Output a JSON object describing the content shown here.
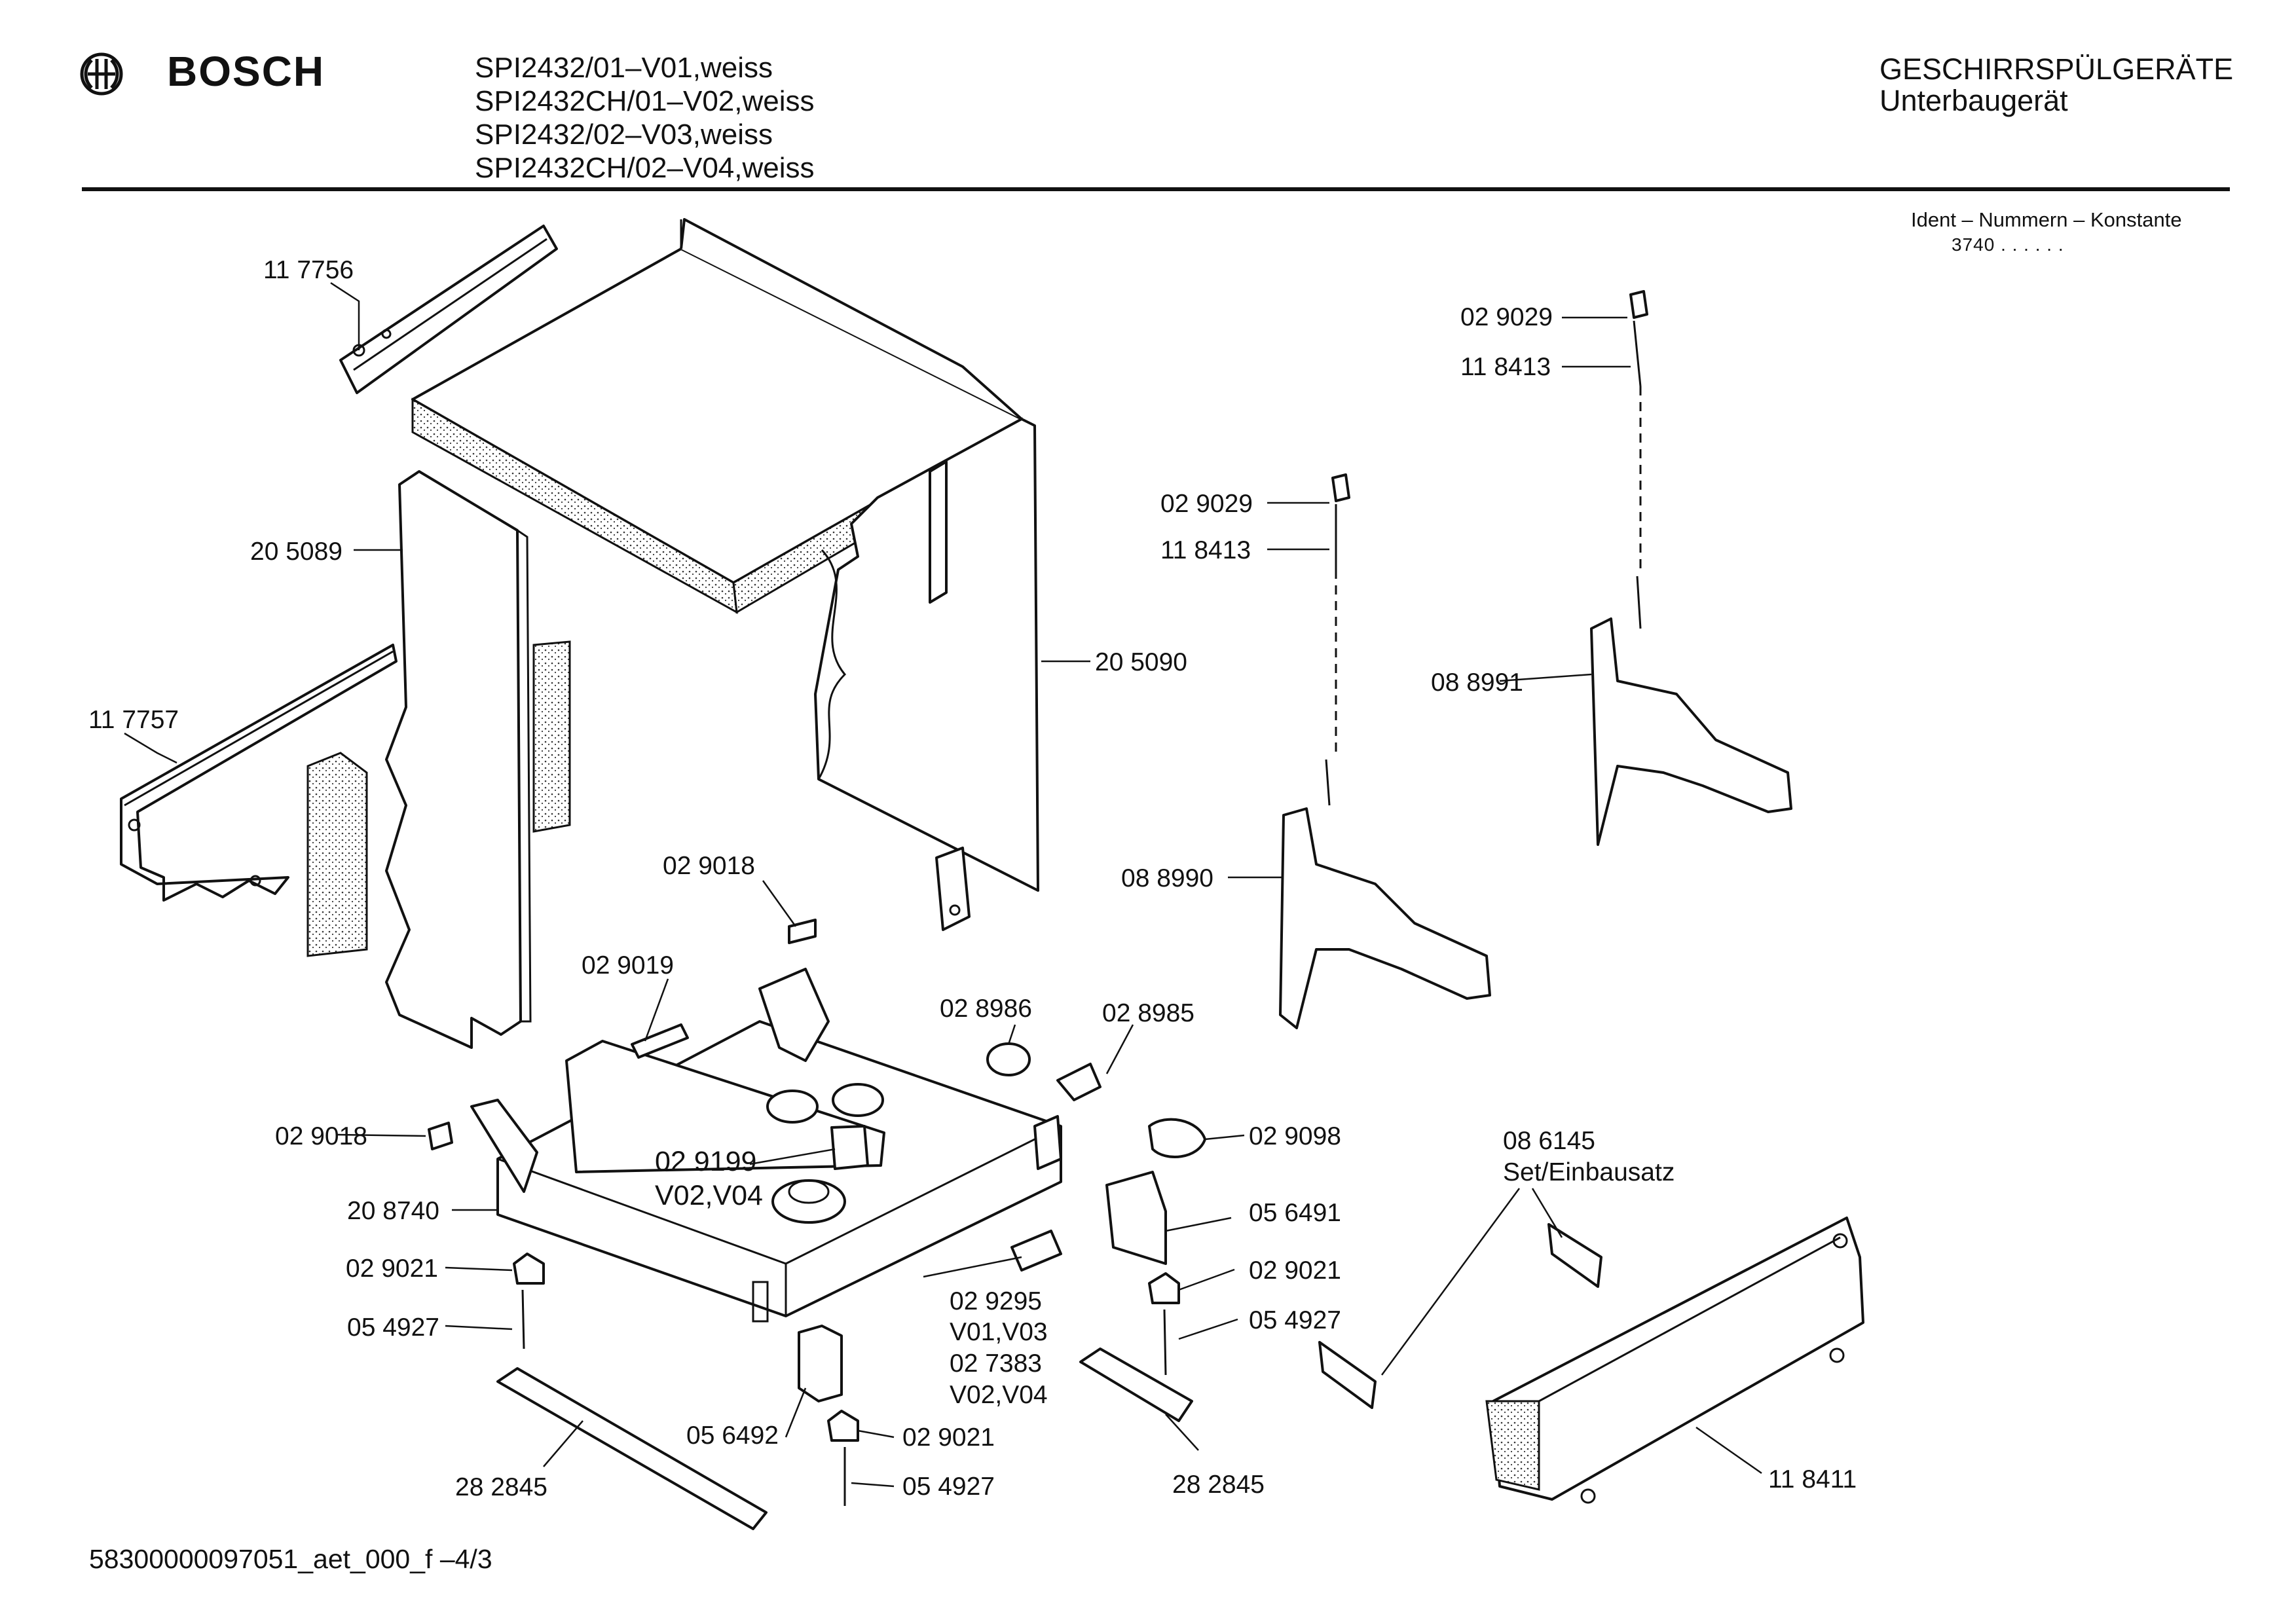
{
  "header": {
    "brand": "BOSCH",
    "models": [
      "SPI2432/01–V01,weiss",
      "SPI2432CH/01–V02,weiss",
      "SPI2432/02–V03,weiss",
      "SPI2432CH/02–V04,weiss"
    ],
    "category": "GESCHIRRSPÜLGERÄTE",
    "subcategory": "Unterbaugerät",
    "ident_label": "Ident – Nummern – Konstante",
    "ident_value": "3740 . .   . . . ."
  },
  "labels": [
    {
      "id": "p1",
      "text": "11 7756"
    },
    {
      "id": "p2",
      "text": "20 5089"
    },
    {
      "id": "p3",
      "text": "11 7757"
    },
    {
      "id": "p4",
      "text": "20 5090"
    },
    {
      "id": "p5",
      "text": "02 9018"
    },
    {
      "id": "p6",
      "text": "02 9019"
    },
    {
      "id": "p7",
      "text": "02 8986"
    },
    {
      "id": "p8",
      "text": "02 8985"
    },
    {
      "id": "p9",
      "text": "02 9018"
    },
    {
      "id": "p10",
      "text": "02 9199"
    },
    {
      "id": "p11",
      "text": "V02,V04"
    },
    {
      "id": "p12",
      "text": "20 8740"
    },
    {
      "id": "p13",
      "text": "02 9021"
    },
    {
      "id": "p14",
      "text": "05 4927"
    },
    {
      "id": "p15",
      "text": "28 2845"
    },
    {
      "id": "p16",
      "text": "05 6492"
    },
    {
      "id": "p17",
      "text": "02 9021"
    },
    {
      "id": "p18",
      "text": "05 4927"
    },
    {
      "id": "p19",
      "text": "02 9295"
    },
    {
      "id": "p20",
      "text": "V01,V03"
    },
    {
      "id": "p21",
      "text": "02 7383"
    },
    {
      "id": "p22",
      "text": "V02,V04"
    },
    {
      "id": "p23",
      "text": "02 9098"
    },
    {
      "id": "p24",
      "text": "05 6491"
    },
    {
      "id": "p25",
      "text": "02 9021"
    },
    {
      "id": "p26",
      "text": "05 4927"
    },
    {
      "id": "p27",
      "text": "28 2845"
    },
    {
      "id": "p28",
      "text": "02 9029"
    },
    {
      "id": "p29",
      "text": "11 8413"
    },
    {
      "id": "p30",
      "text": "08 8990"
    },
    {
      "id": "p31",
      "text": "02 9029"
    },
    {
      "id": "p32",
      "text": "11 8413"
    },
    {
      "id": "p33",
      "text": "08 8991"
    },
    {
      "id": "p34",
      "text": "08 6145"
    },
    {
      "id": "p35",
      "text": "Set/Einbausatz"
    },
    {
      "id": "p36",
      "text": "11 8411"
    }
  ],
  "footer": "58300000097051_aet_000_f  –4/3"
}
